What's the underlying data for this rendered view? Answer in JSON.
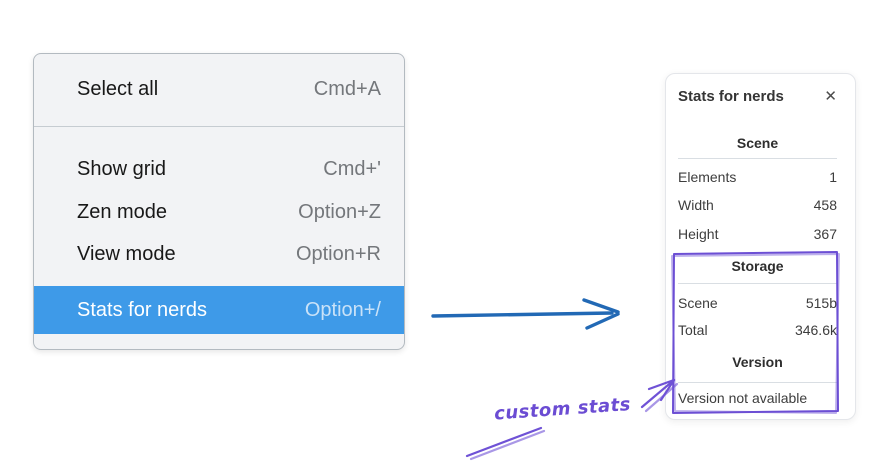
{
  "menu": {
    "items": [
      {
        "label": "Select all",
        "shortcut": "Cmd+A",
        "highlighted": false
      },
      {
        "label": "Show grid",
        "shortcut": "Cmd+'",
        "highlighted": false
      },
      {
        "label": "Zen mode",
        "shortcut": "Option+Z",
        "highlighted": false
      },
      {
        "label": "View mode",
        "shortcut": "Option+R",
        "highlighted": false
      },
      {
        "label": "Stats for nerds",
        "shortcut": "Option+/",
        "highlighted": true
      }
    ]
  },
  "panel": {
    "title": "Stats for nerds",
    "close_icon": "✕",
    "sections": [
      {
        "header": "Scene",
        "rows": [
          [
            "Elements",
            "1"
          ],
          [
            "Width",
            "458"
          ],
          [
            "Height",
            "367"
          ]
        ]
      },
      {
        "header": "Storage",
        "rows": [
          [
            "Scene",
            "515b"
          ],
          [
            "Total",
            "346.6k"
          ]
        ]
      },
      {
        "header": "Version",
        "note": "Version not available"
      }
    ]
  },
  "annotation": {
    "label": "custom stats"
  },
  "colors": {
    "menu_highlight": "#3e9ae8",
    "flow_arrow_blue": "#2269b5",
    "annotation_purple": "#6b4cd3",
    "menu_background": "#f2f3f5",
    "panel_background": "#ffffff"
  }
}
